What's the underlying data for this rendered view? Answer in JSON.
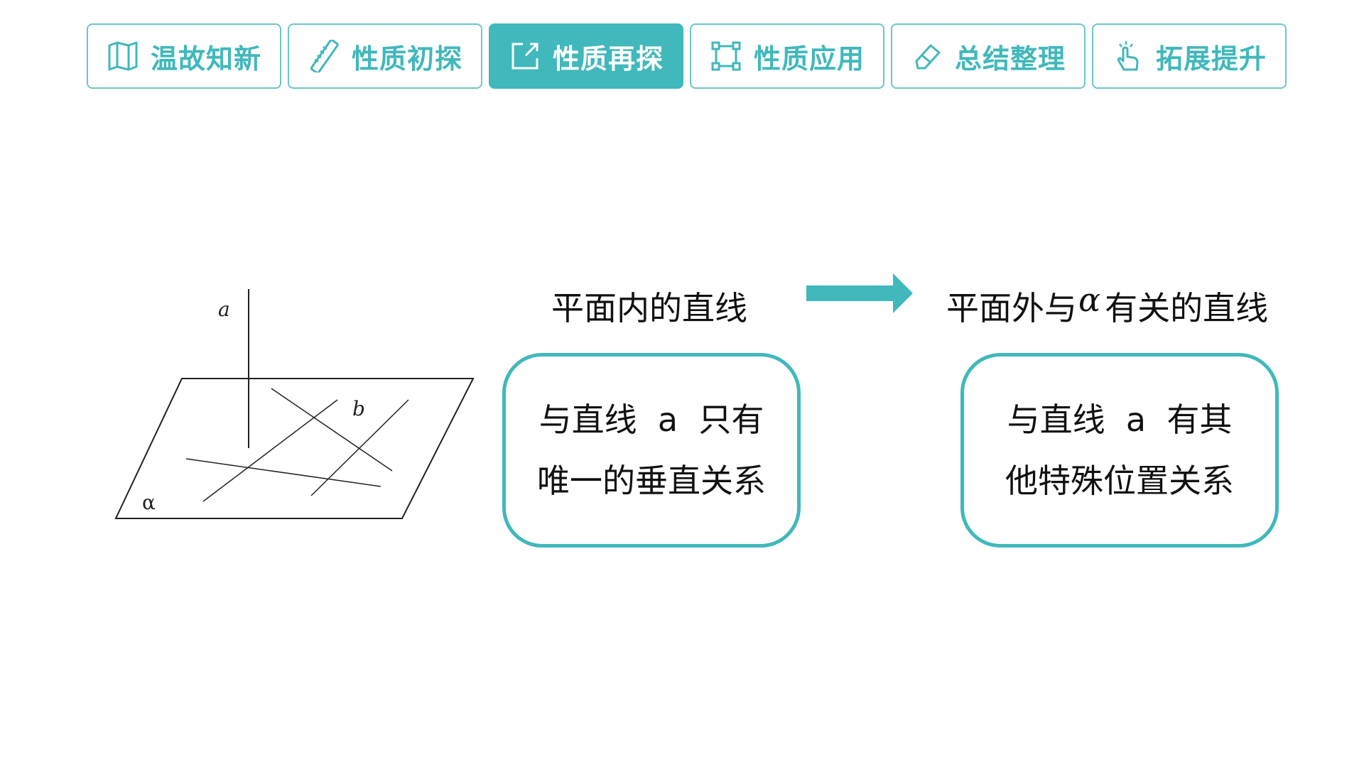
{
  "tabs": [
    {
      "label": "温故知新",
      "icon": "book-map-icon",
      "active": false
    },
    {
      "label": "性质初探",
      "icon": "ruler-icon",
      "active": false
    },
    {
      "label": "性质再探",
      "icon": "external-link-icon",
      "active": true
    },
    {
      "label": "性质应用",
      "icon": "crop-frame-icon",
      "active": false
    },
    {
      "label": "总结整理",
      "icon": "eraser-icon",
      "active": false
    },
    {
      "label": "拓展提升",
      "icon": "tap-hand-icon",
      "active": false
    }
  ],
  "figure": {
    "line_a_label": "a",
    "line_b_label": "b",
    "plane_label": "α"
  },
  "left_heading": "平面内的直线",
  "right_heading": {
    "before": "平面外与",
    "symbol": "α",
    "after": "有关的直线"
  },
  "left_box": {
    "line1": "与直线  a  只有",
    "line2": "唯一的垂直关系"
  },
  "right_box": {
    "line1": "与直线  a  有其",
    "line2": "他特殊位置关系"
  },
  "colors": {
    "accent": "#40b8bc",
    "tab_border": "#6cc6c6",
    "text": "#111111"
  }
}
